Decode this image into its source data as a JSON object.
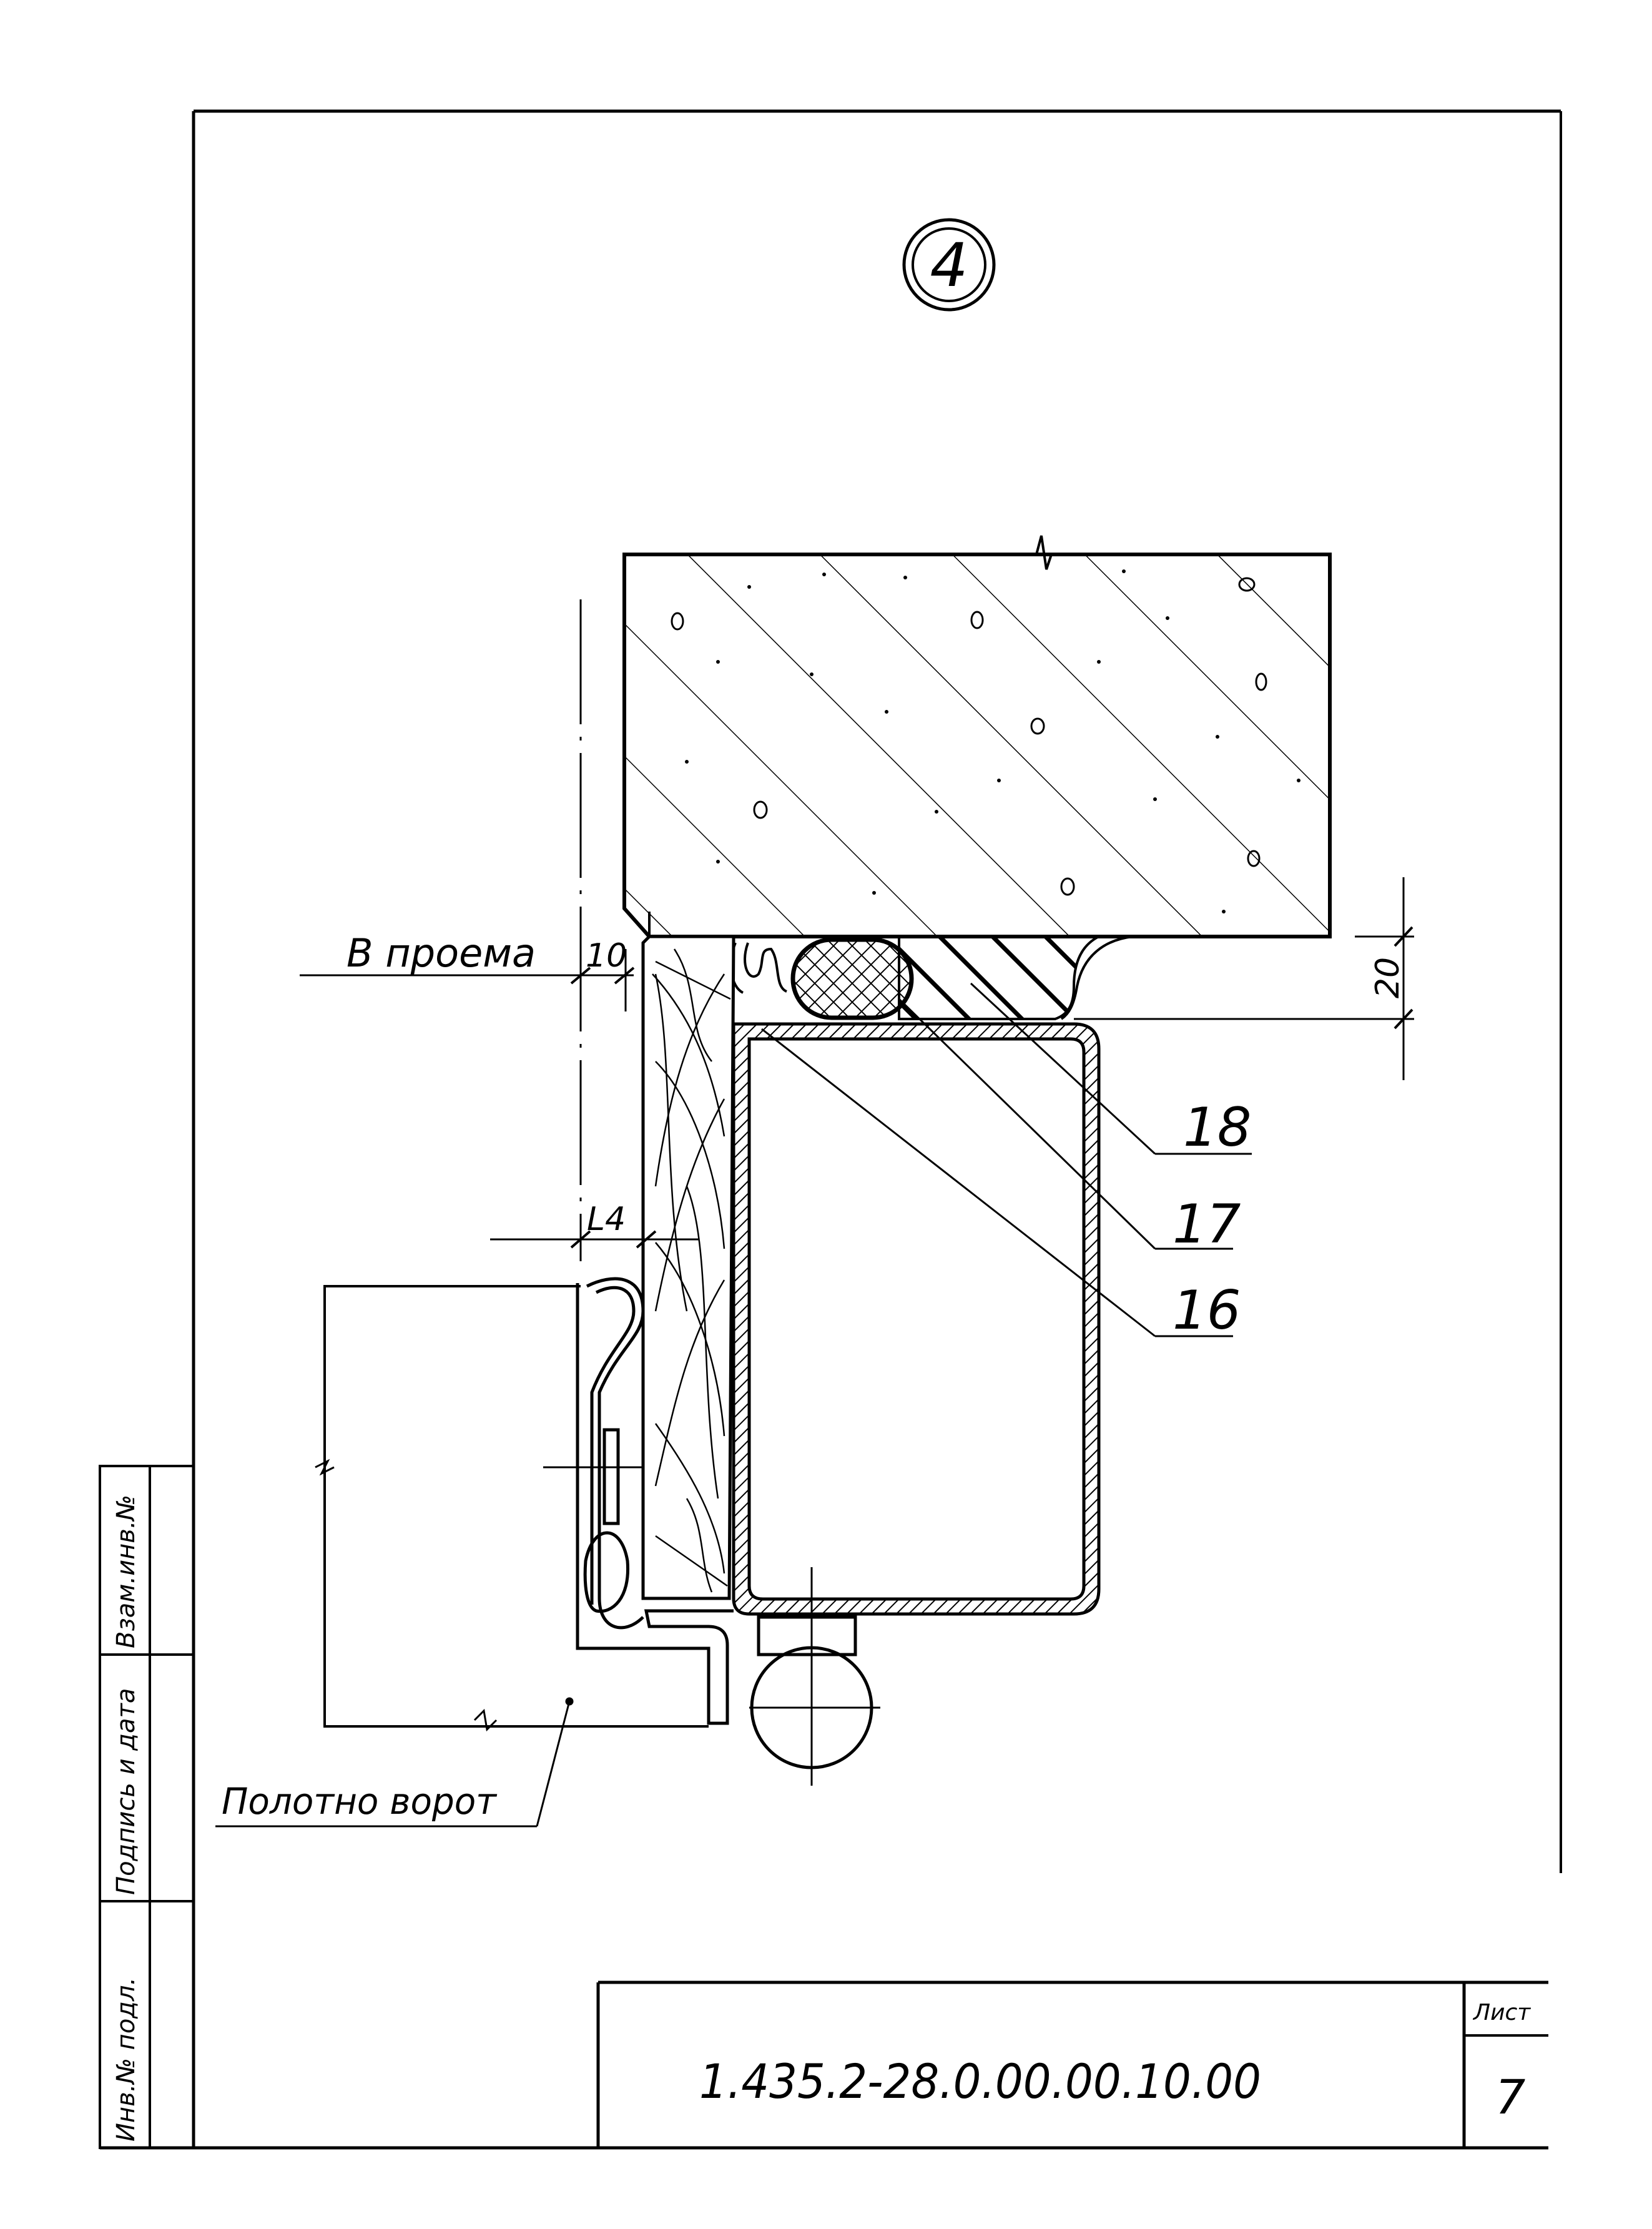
{
  "drawing": {
    "detail_marker": "4",
    "dim_opening": "10",
    "dim_opening_label": "В проема",
    "dim_height": "20",
    "dim_l4": "L4",
    "callouts": [
      "18",
      "17",
      "16"
    ],
    "leaf_label": "Полотно ворот"
  },
  "side_stamp": {
    "cells": [
      "Взам.инв.№",
      "Подпись и дата",
      "Инв.№ подл."
    ]
  },
  "title_block": {
    "code": "1.435.2-28.0.00.00.10.00",
    "sheet_label": "Лист",
    "sheet_number": "7"
  }
}
